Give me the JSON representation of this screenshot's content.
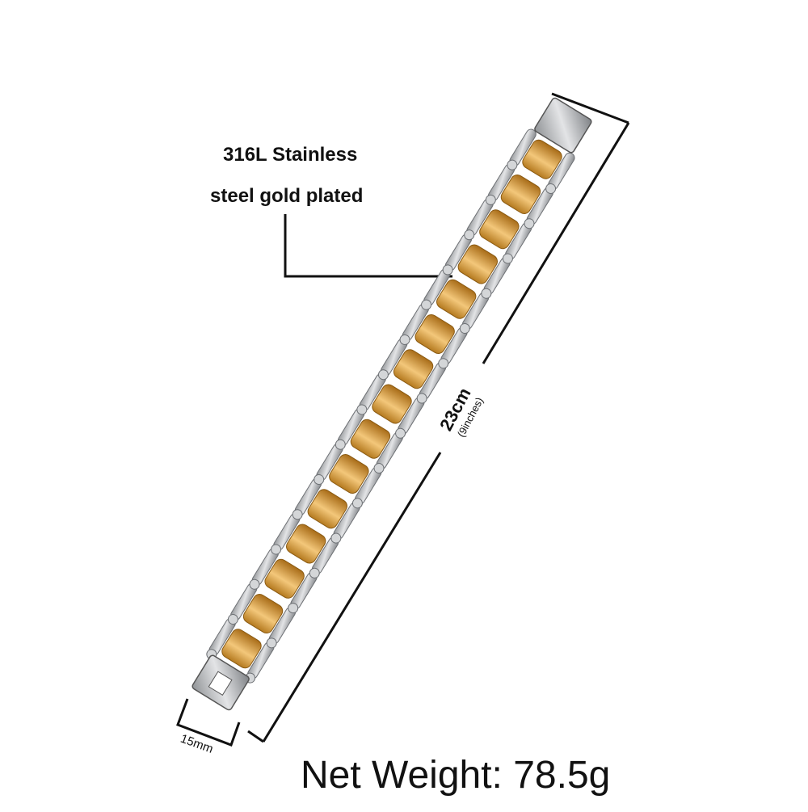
{
  "callout": {
    "line1": "316L Stainless",
    "line2": "steel gold plated"
  },
  "dimensions": {
    "length": "23cm",
    "length_inches": "(9inches)",
    "width": "15mm"
  },
  "net_weight": "Net Weight: 78.5g",
  "product": {
    "image": "two-tone-bike-chain-bracelet",
    "colors": {
      "gold": "#d9a441",
      "steel": "#b9bbbd"
    }
  }
}
